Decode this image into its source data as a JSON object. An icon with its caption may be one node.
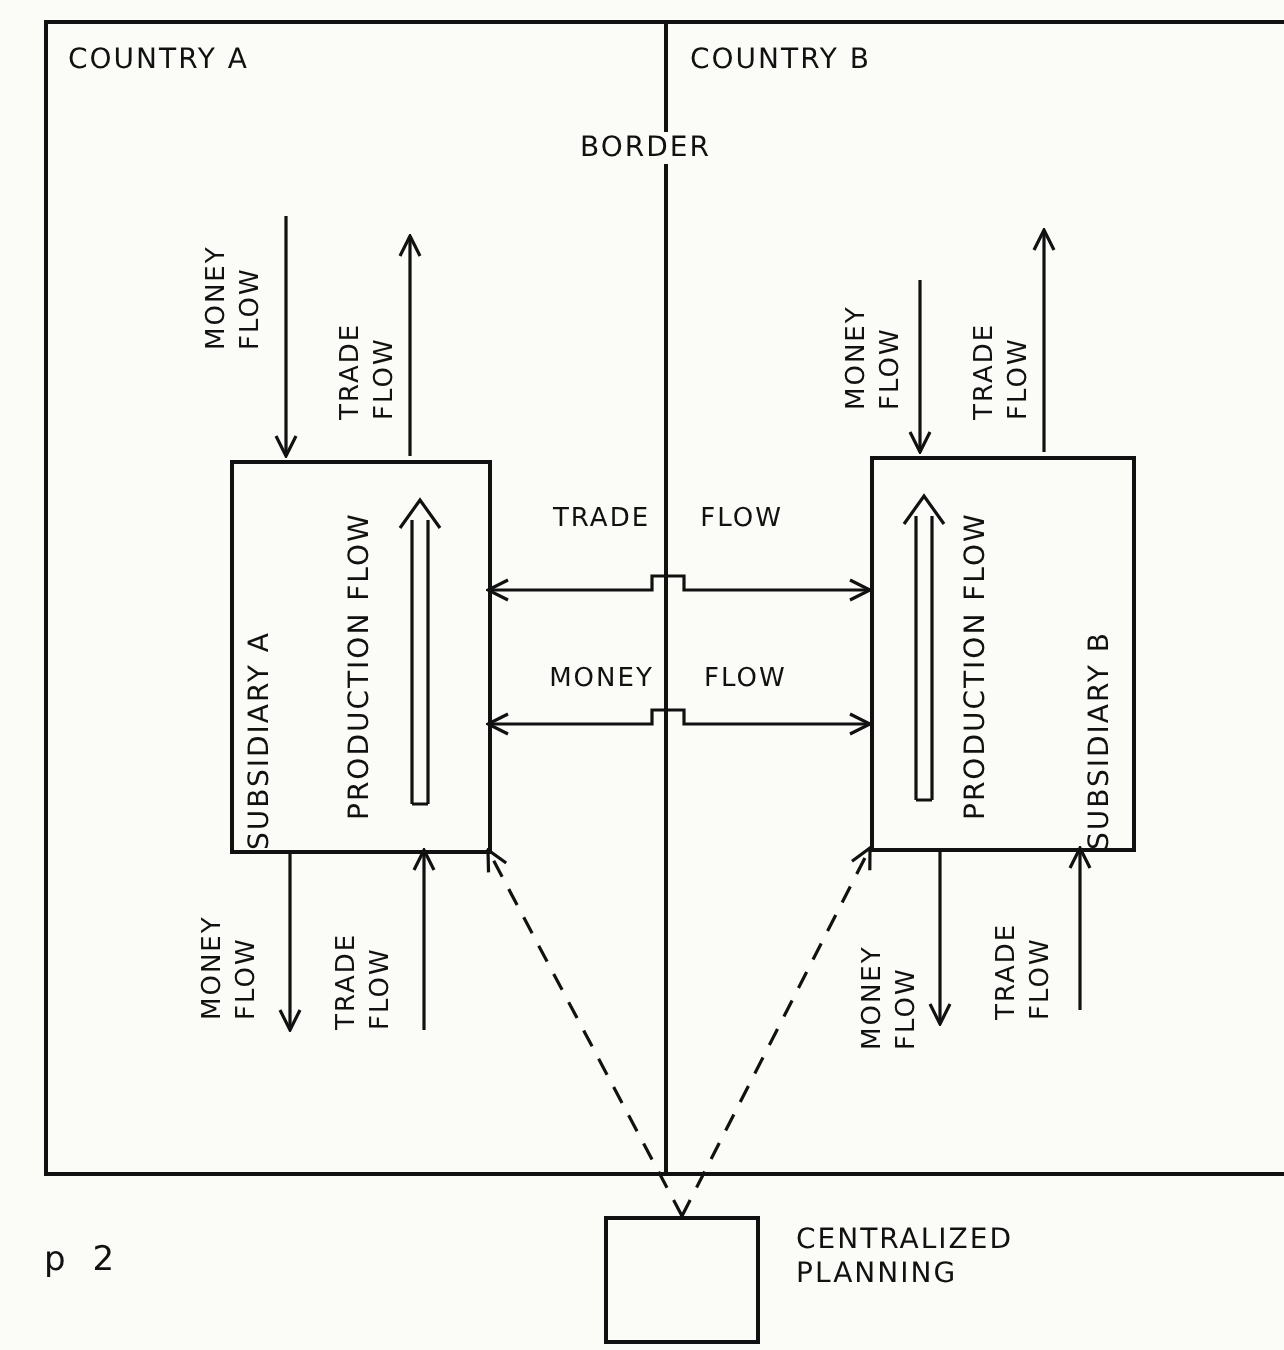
{
  "diagram": {
    "nodes": [
      {
        "text": [
          "COUNTRY A"
        ]
      },
      {
        "text": [
          "COUNTRY B"
        ]
      },
      {
        "text": [
          "SUBSIDIARY A",
          "PRODUCTION FLOW"
        ],
        "in": 0
      },
      {
        "text": [
          "PRODUCTION FLOW",
          "SUBSIDIARY B"
        ],
        "in": 1
      },
      {
        "text": [],
        "shape": "box",
        "beside": [
          "CENTRALIZED PLANNING"
        ]
      }
    ],
    "edges": [
      {
        "from": null,
        "to": 2,
        "arrow": "to",
        "label": "MONEY FLOW"
      },
      {
        "from": 2,
        "to": null,
        "arrow": "to",
        "label": "TRADE FLOW"
      },
      {
        "from": null,
        "to": 3,
        "arrow": "to",
        "label": "MONEY FLOW"
      },
      {
        "from": 3,
        "to": null,
        "arrow": "to",
        "label": "TRADE FLOW"
      },
      {
        "from": 2,
        "to": null,
        "arrow": "to",
        "label": "MONEY FLOW"
      },
      {
        "from": null,
        "to": 2,
        "arrow": "to",
        "label": "TRADE FLOW"
      },
      {
        "from": 3,
        "to": null,
        "arrow": "to",
        "label": "MONEY FLOW"
      },
      {
        "from": null,
        "to": 3,
        "arrow": "to",
        "label": "TRADE FLOW"
      },
      {
        "from": 2,
        "to": 3,
        "arrow": "both",
        "label": "TRADE FLOW"
      },
      {
        "from": 2,
        "to": 3,
        "arrow": "both",
        "label": "MONEY FLOW"
      },
      {
        "from": 4,
        "to": 2,
        "arrow": "to",
        "style": "dashed"
      },
      {
        "from": 4,
        "to": 3,
        "arrow": "to",
        "style": "dashed"
      }
    ],
    "labels": [
      "BORDER",
      "p 2"
    ]
  }
}
